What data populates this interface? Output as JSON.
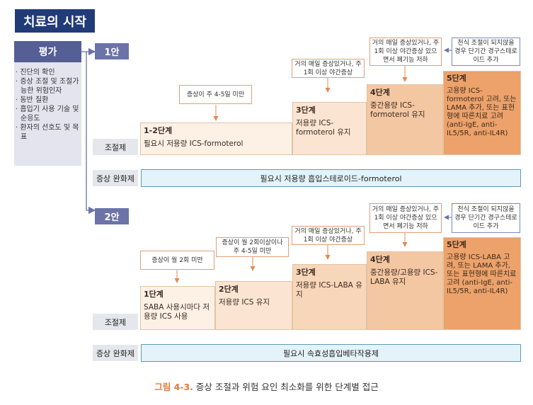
{
  "title": "치료의 시작",
  "evaluation": {
    "heading": "평가",
    "items": [
      "진단의 확인",
      "증상 조절 및 조절가능한 위험인자",
      "동반 질환",
      "흡입기 사용 기술 및 순응도",
      "환자의 선호도 및 목표"
    ]
  },
  "plan1": {
    "label": "1안",
    "row_control": "조절제",
    "row_reliever": "증상 완화제",
    "reliever_text": "필요시 저용량 흡입스테로이드-formoterol",
    "steps": [
      {
        "title": "1-2단계",
        "text": "필요시 저용량 ICS-formoterol"
      },
      {
        "title": "3단계",
        "text": "저용량 ICS-formoterol 유지"
      },
      {
        "title": "4단계",
        "text": "중간용량 ICS-formoterol 유지"
      },
      {
        "title": "5단계",
        "text": "고용량 ICS-formoterol 고려, 또는 LAMA 추가, 또는 표현형에 따른치료 고려 (anti-IgE, anti-IL5/5R, anti-IL4R)"
      }
    ],
    "notes": [
      "증상이 주 4-5일 미만",
      "거의 매일 증상있거나, 주 1회 이상 야간증상",
      "거의 매일 증상있거나, 주 1회 이상 야간증상 있으면서 폐기능 저하",
      "천식 조절이 되지않을 경우 단기간 경구스테로이드 추가"
    ]
  },
  "plan2": {
    "label": "2안",
    "row_control": "조절제",
    "row_reliever": "증상 완화제",
    "reliever_text": "필요시 속효성흡입베타작용제",
    "steps": [
      {
        "title": "1단계",
        "text": "SABA 사용시마다 저용량 ICS 사용"
      },
      {
        "title": "2단계",
        "text": "저용량 ICS 유지"
      },
      {
        "title": "3단계",
        "text": "저용량 ICS-LABA 유지"
      },
      {
        "title": "4단계",
        "text": "중간용량/고용량 ICS-LABA 유지"
      },
      {
        "title": "5단계",
        "text": "고용량 ICS-LABA 고려, 또는 LAMA 추가, 또는 표현형에 따른치료 고려 (anti-IgE, anti-IL5/5R, anti-IL4R)"
      }
    ],
    "notes": [
      "증상이 월 2회 미만",
      "증상이 월 2회이상이나 주 4-5일 미만",
      "거의 매일 증상있거나, 주 1회 이상 야간증상",
      "거의 매일 증상있거나, 주 1회 이상 야간증상 있으면서 폐기능 저하",
      "천식 조절이 되지않을 경우 단기간 경구스테로이드 추가"
    ]
  },
  "caption": {
    "prefix": "그림 4-3.",
    "text": " 증상 조절과 위험 요인 최소화를 위한 단계별 접근"
  },
  "colors": {
    "navy": "#213b78",
    "step_light": "#fbe7d6",
    "step_mid": "#f6cfb0",
    "step_dark": "#efb487",
    "step_darkest": "#e99a5f",
    "accent": "#e07a3c"
  }
}
